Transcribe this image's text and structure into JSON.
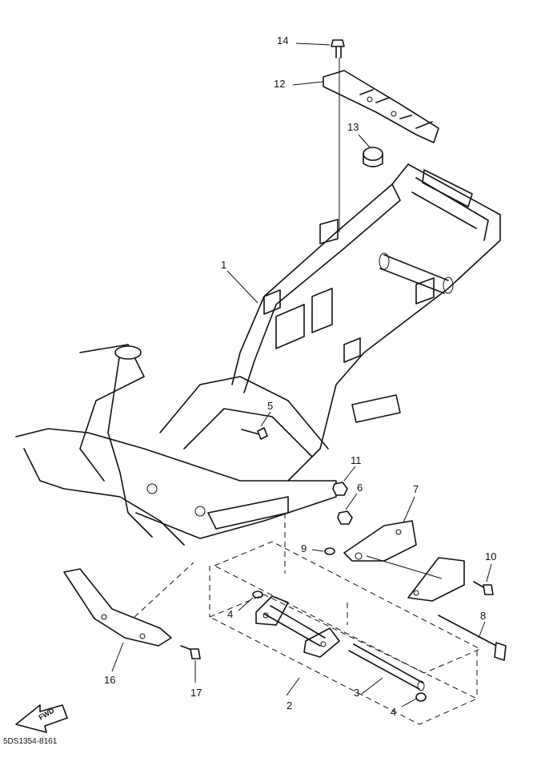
{
  "callouts": {
    "c1": "1",
    "c2": "2",
    "c3": "3",
    "c4a": "4",
    "c4b": "4",
    "c5": "5",
    "c6": "6",
    "c7": "7",
    "c8": "8",
    "c9": "9",
    "c10": "10",
    "c11": "11",
    "c12": "12",
    "c13": "13",
    "c14": "14",
    "c16": "16",
    "c17": "17"
  },
  "fwd_label": "FWD",
  "diagram_code": "5DS1354-8161"
}
